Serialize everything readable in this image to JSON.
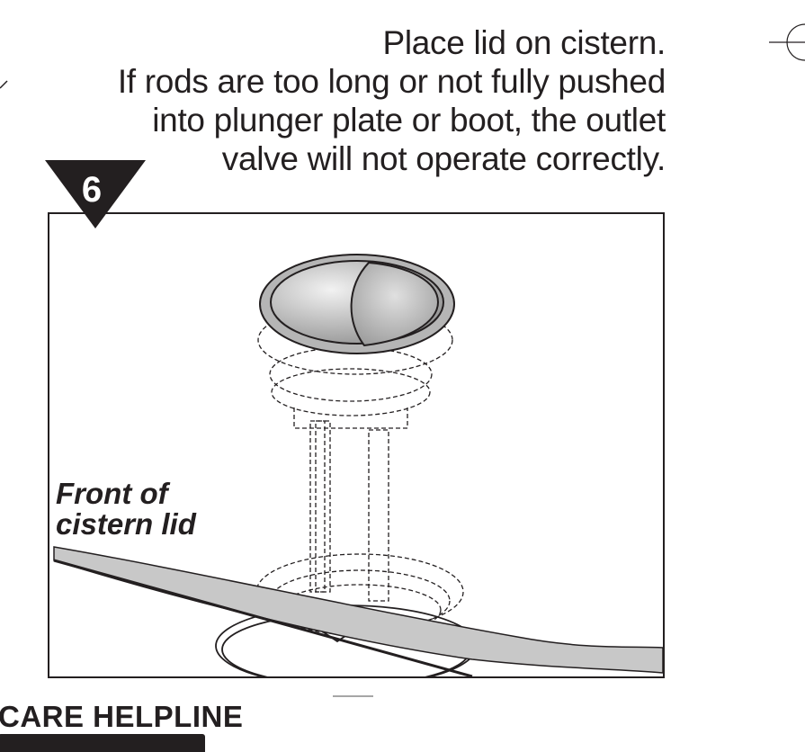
{
  "instructions": {
    "lines": [
      "Place lid on cistern.",
      "If rods are too long or not fully pushed",
      "into plunger plate or boot, the outlet",
      "valve will not operate correctly."
    ]
  },
  "step": {
    "number": "6"
  },
  "illustration": {
    "caption_line1": "Front of",
    "caption_line2": "cistern lid"
  },
  "footer": {
    "helpline_label": "CARE HELPLINE"
  }
}
